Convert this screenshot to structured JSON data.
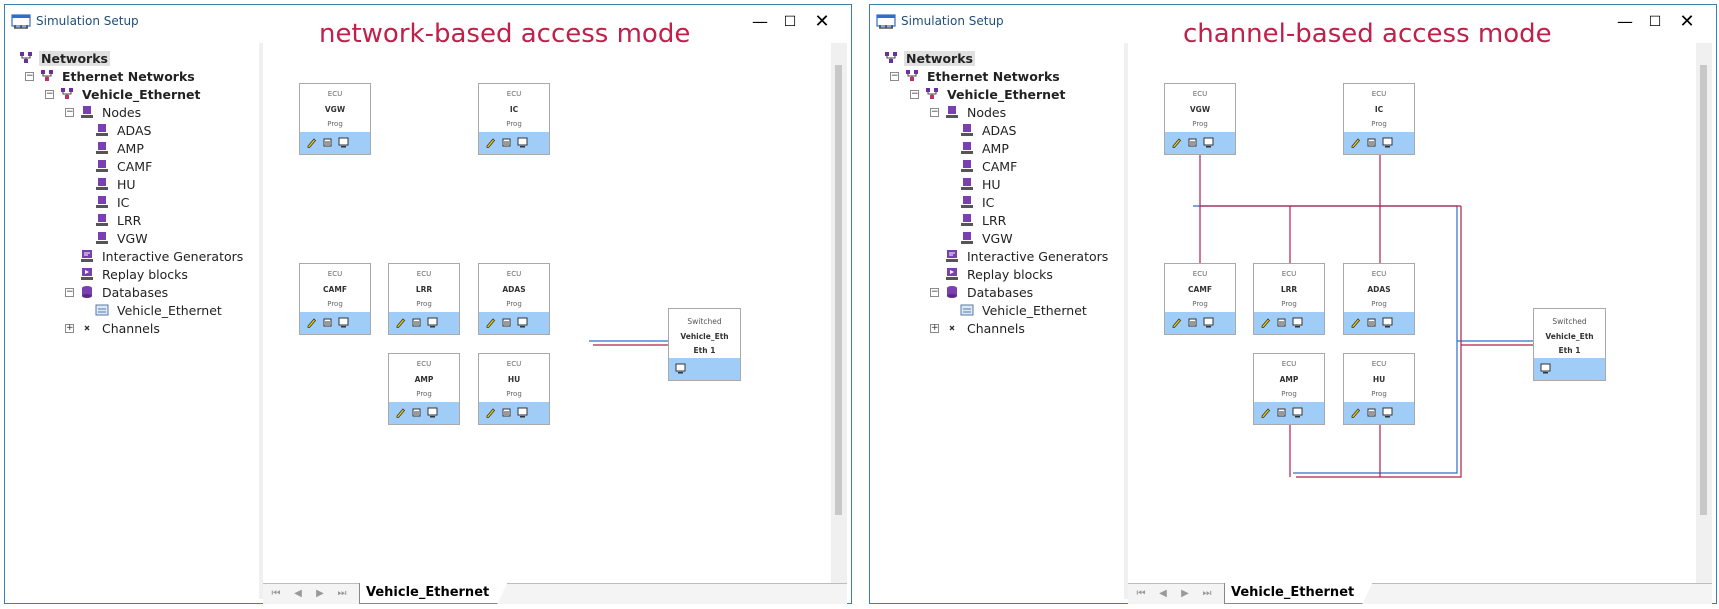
{
  "windows": [
    {
      "title": "Simulation Setup",
      "caption": "network-based access mode",
      "tree": {
        "root": "Networks",
        "ethernet_networks": "Ethernet Networks",
        "network": "Vehicle_Ethernet",
        "nodes_label": "Nodes",
        "nodes": [
          "ADAS",
          "AMP",
          "CAMF",
          "HU",
          "IC",
          "LRR",
          "VGW"
        ],
        "interactive_generators": "Interactive Generators",
        "replay_blocks": "Replay blocks",
        "databases_label": "Databases",
        "database": "Vehicle_Ethernet",
        "channels": "Channels"
      },
      "tab": "Vehicle_Ethernet",
      "ecus": [
        {
          "type": "ECU",
          "name": "VGW",
          "prog": "Prog"
        },
        {
          "type": "ECU",
          "name": "IC",
          "prog": "Prog"
        },
        {
          "type": "ECU",
          "name": "CAMF",
          "prog": "Prog"
        },
        {
          "type": "ECU",
          "name": "LRR",
          "prog": "Prog"
        },
        {
          "type": "ECU",
          "name": "ADAS",
          "prog": "Prog"
        },
        {
          "type": "ECU",
          "name": "AMP",
          "prog": "Prog"
        },
        {
          "type": "ECU",
          "name": "HU",
          "prog": "Prog"
        }
      ],
      "switch": {
        "type": "Switched",
        "name": "Vehicle_Eth",
        "port": "Eth 1"
      }
    },
    {
      "title": "Simulation Setup",
      "caption": "channel-based access mode",
      "tree": {
        "root": "Networks",
        "ethernet_networks": "Ethernet Networks",
        "network": "Vehicle_Ethernet",
        "nodes_label": "Nodes",
        "nodes": [
          "ADAS",
          "AMP",
          "CAMF",
          "HU",
          "IC",
          "LRR",
          "VGW"
        ],
        "interactive_generators": "Interactive Generators",
        "replay_blocks": "Replay blocks",
        "databases_label": "Databases",
        "database": "Vehicle_Ethernet",
        "channels": "Channels"
      },
      "tab": "Vehicle_Ethernet",
      "ecus": [
        {
          "type": "ECU",
          "name": "VGW",
          "prog": "Prog"
        },
        {
          "type": "ECU",
          "name": "IC",
          "prog": "Prog"
        },
        {
          "type": "ECU",
          "name": "CAMF",
          "prog": "Prog"
        },
        {
          "type": "ECU",
          "name": "LRR",
          "prog": "Prog"
        },
        {
          "type": "ECU",
          "name": "ADAS",
          "prog": "Prog"
        },
        {
          "type": "ECU",
          "name": "AMP",
          "prog": "Prog"
        },
        {
          "type": "ECU",
          "name": "HU",
          "prog": "Prog"
        }
      ],
      "switch": {
        "type": "Switched",
        "name": "Vehicle_Eth",
        "port": "Eth 1"
      }
    }
  ],
  "window_controls": {
    "minimize": "—",
    "maximize": "☐",
    "close": "✕"
  },
  "tree_icons": {
    "root": "network-icon",
    "ethernet": "ethernet-network-icon",
    "node": "node-computer-icon",
    "generator": "interactive-generator-icon",
    "replay": "replay-block-icon",
    "database": "database-icon",
    "db_file": "database-file-icon",
    "channels": "channel-icon"
  },
  "ecu_bar_icons": [
    "pencil-icon",
    "ecu-config-icon",
    "monitor-icon"
  ],
  "colors": {
    "accent": "#c0204a",
    "title": "#1f4f7a",
    "border": "#3c7fb1",
    "ecu_bar": "#9fcdf7",
    "link_red": "#b0204a",
    "link_blue": "#2b6fd0"
  },
  "tab_nav": [
    "⏮",
    "◀",
    "▶",
    "⏭"
  ]
}
